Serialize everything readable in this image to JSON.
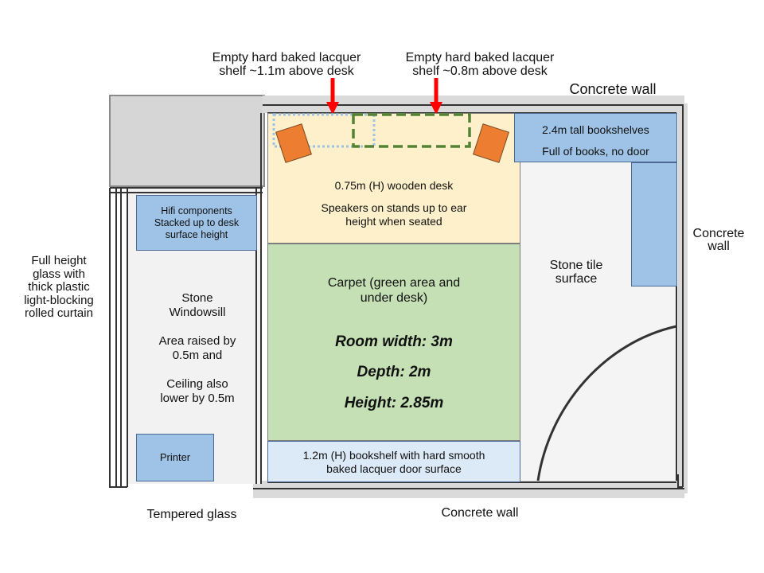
{
  "annotations": {
    "shelf_left": "Empty hard baked lacquer\nshelf ~1.1m above desk",
    "shelf_right": "Empty hard baked lacquer\nshelf ~0.8m above desk",
    "wall_top": "Concrete wall",
    "wall_right": "Concrete\nwall",
    "wall_bottom": "Concrete wall",
    "glass_bottom": "Tempered glass",
    "glass_left": "Full height\nglass with\nthick  plastic\nlight-blocking\nrolled curtain",
    "windowsill": "Stone\nWindowsill",
    "area_raised": "Area raised by\n0.5m and",
    "ceiling_lower": "Ceiling also\nlower by 0.5m",
    "stone_tile": "Stone tile\nsurface"
  },
  "boxes": {
    "hifi": "Hifi components\nStacked up to desk\nsurface height",
    "printer": "Printer",
    "tall_bookshelves_1": "2.4m tall bookshelves",
    "tall_bookshelves_2": "Full of books, no door",
    "desk": "0.75m (H) wooden desk",
    "speakers": "Speakers  on stands up to ear\nheight when seated",
    "carpet": "Carpet (green area and\nunder desk)",
    "width": "Room width: 3m",
    "depth": "Depth: 2m",
    "height": "Height: 2.85m",
    "low_bookshelf": "1.2m (H) bookshelf with hard smooth\nbaked lacquer door surface"
  },
  "colors": {
    "arrow": "#ff0000",
    "speaker": "#ed7d31",
    "dotted_outline": "#9dc3e6",
    "dashed_outline": "#548235",
    "furniture_blue": "#9fc3e6",
    "desk_yellow": "#fdf0ca",
    "carpet_green": "#c5e0b4"
  }
}
